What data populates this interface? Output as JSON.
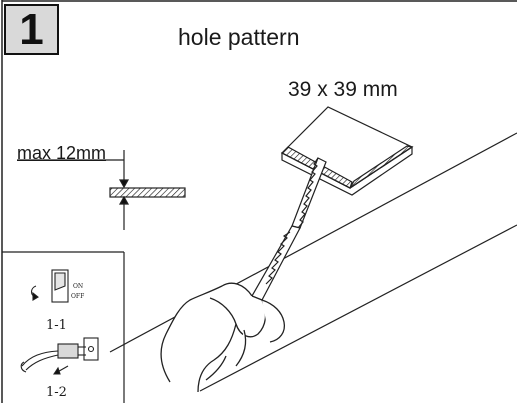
{
  "step": {
    "number": "1"
  },
  "title": "hole pattern",
  "cutout": {
    "dimension_label": "39 x 39 mm"
  },
  "thickness": {
    "label": "max 12mm"
  },
  "inset": {
    "switch_on": "ON",
    "switch_off": "OFF",
    "step_1": "1-1",
    "step_2": "1-2"
  }
}
